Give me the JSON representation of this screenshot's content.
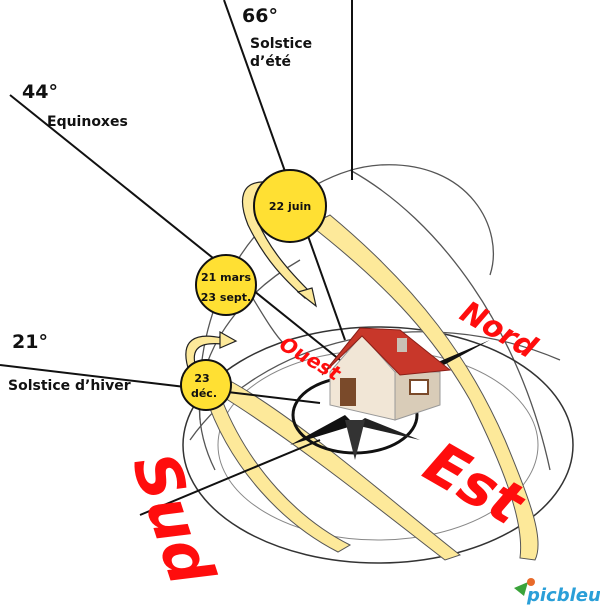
{
  "labels": {
    "angle_summer": "66°",
    "summer": [
      "Solstice",
      "d’été"
    ],
    "angle_equinox": "44°",
    "equinox": "Equinoxes",
    "angle_winter": "21°",
    "winter": "Solstice d’hiver"
  },
  "suns": {
    "summer": "22 juin",
    "equinox": [
      "21 mars",
      "23 sept."
    ],
    "winter": [
      "23",
      "déc."
    ]
  },
  "directions": {
    "south": "Sud",
    "east": "Est",
    "north": "Nord",
    "west": "Ouest"
  },
  "logo": "picbleu",
  "colors": {
    "sun": "#ffe033",
    "sun_path": "#fde99a",
    "cardinal": "#ff0d0d",
    "roof": "#c8372a"
  }
}
